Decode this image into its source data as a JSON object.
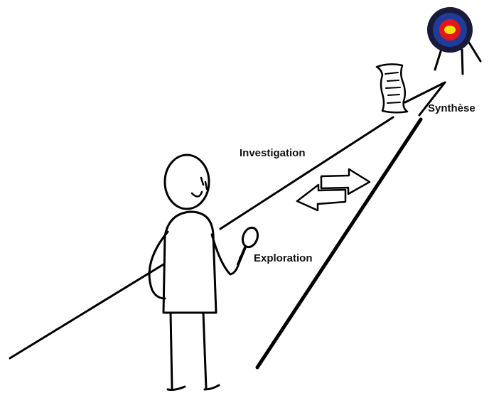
{
  "labels": {
    "investigation": "Investigation",
    "exploration": "Exploration",
    "synthese": "Synthèse"
  },
  "colors": {
    "ink": "#000000",
    "target_outer": "#1a1a3a",
    "target_blue": "#1f3c9a",
    "target_red": "#e0181d",
    "target_yellow": "#f2e600",
    "background": "#ffffff"
  },
  "icons": {
    "target": "target-icon",
    "document": "document-icon",
    "person": "stick-person-icon",
    "magnifier": "magnifying-glass-icon",
    "arrows": "bidirectional-arrows-icon"
  }
}
